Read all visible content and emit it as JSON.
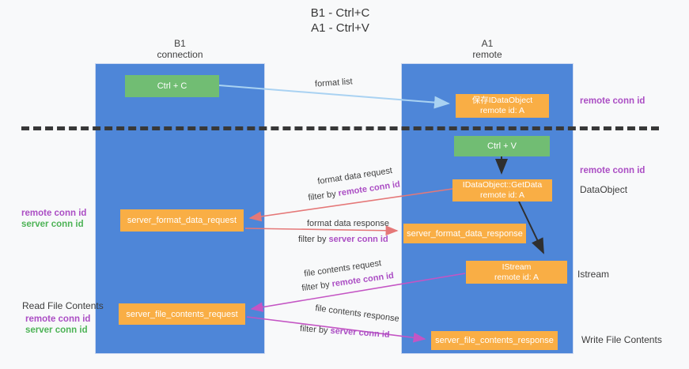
{
  "title": {
    "line1": "B1 - Ctrl+C",
    "line2": "A1 - Ctrl+V"
  },
  "columns": {
    "left": {
      "name": "B1",
      "role": "connection"
    },
    "right": {
      "name": "A1",
      "role": "remote"
    }
  },
  "boxes": {
    "ctrl_c": {
      "label": "Ctrl + C"
    },
    "ctrl_v": {
      "label": "Ctrl + V"
    },
    "save_dataobject": {
      "line1": "保存IDataObject",
      "line2": "remote id: A"
    },
    "getdata": {
      "line1": "IDataObject::GetData",
      "line2": "remote id: A"
    },
    "istream": {
      "line1": "IStream",
      "line2": "remote id: A"
    },
    "format_request": {
      "label": "server_format_data_request"
    },
    "format_response": {
      "label": "server_format_data_response"
    },
    "file_request": {
      "label": "server_file_contents_request"
    },
    "file_response": {
      "label": "server_file_contents_response"
    }
  },
  "edges": {
    "format_list": {
      "label": "format list"
    },
    "format_data_request": {
      "label": "format data request",
      "filter_prefix": "filter by ",
      "filter_key": "remote conn id"
    },
    "format_data_response": {
      "label": "format data response",
      "filter_prefix": "filter by ",
      "filter_key": "server conn id"
    },
    "file_contents_request": {
      "label": "file contents request",
      "filter_prefix": "filter by ",
      "filter_key": "remote conn id"
    },
    "file_contents_response": {
      "label": "file contents response",
      "filter_prefix": "filter by ",
      "filter_key": "server conn id"
    }
  },
  "annotations": {
    "right_save_remote_conn_id": "remote conn id",
    "right_getdata_remote_conn_id": "remote conn id",
    "right_dataobject": "DataObject",
    "right_istream": "Istream",
    "right_write_file_contents": "Write File Contents",
    "left_format_remote_conn_id": "remote conn id",
    "left_format_server_conn_id": "server conn id",
    "left_read_file_contents": "Read File Contents",
    "left_file_remote_conn_id": "remote conn id",
    "left_file_server_conn_id": "server conn id"
  },
  "colors": {
    "column_blue": "#4e86d8",
    "box_green": "#71bd73",
    "box_orange": "#f9ae45",
    "purple": "#ab4ec4",
    "green": "#4db356",
    "salmon": "#e57878",
    "magenta": "#c455c4",
    "light_blue": "#a9d2f2",
    "arrow_black": "#2f2f2f",
    "dash_line": "#383838"
  }
}
